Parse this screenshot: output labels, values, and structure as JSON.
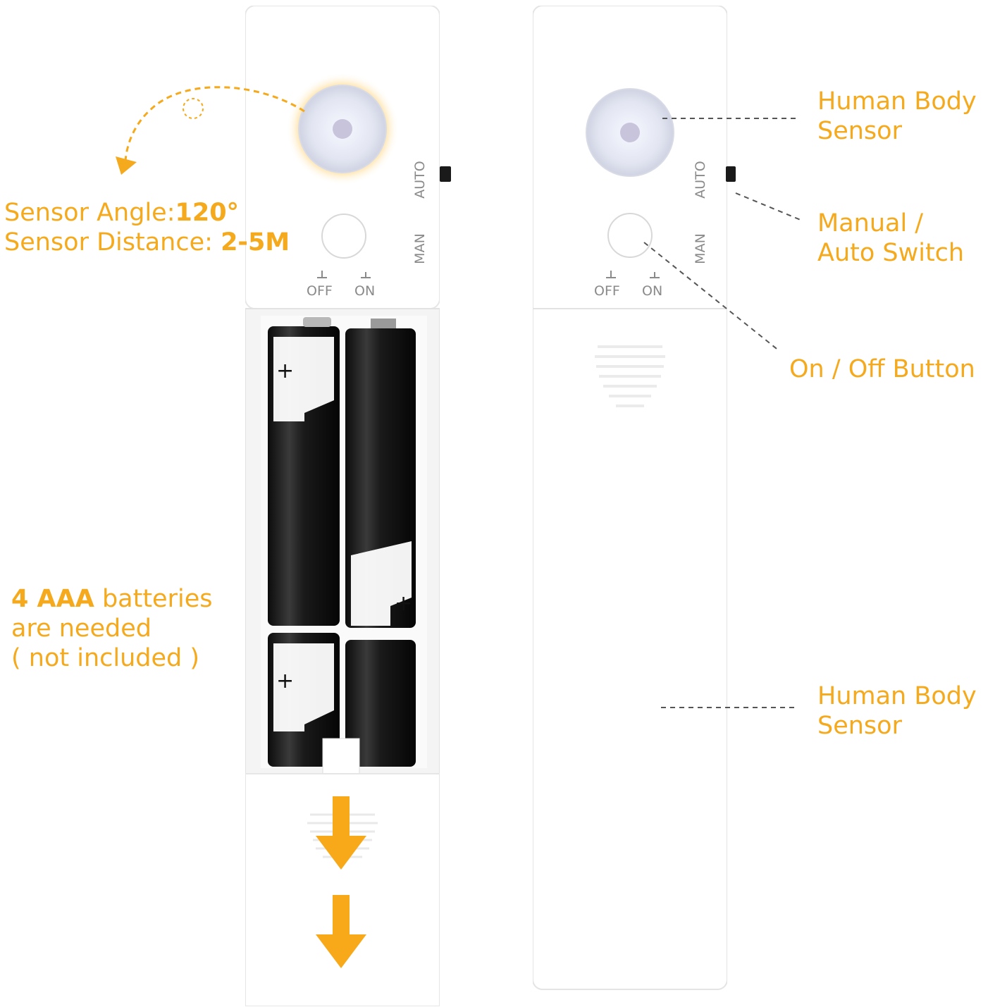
{
  "colors": {
    "accent": "#f5a91c",
    "device_body": "#ffffff",
    "battery": "#1a1a1a",
    "device_text": "#8a8a8a"
  },
  "left_device": {
    "switch_auto": "AUTO",
    "switch_man": "MAN",
    "off": "OFF",
    "on": "ON"
  },
  "right_device": {
    "switch_auto": "AUTO",
    "switch_man": "MAN",
    "off": "OFF",
    "on": "ON"
  },
  "annotations": {
    "sensor_angle_label": "Sensor Angle:",
    "sensor_angle_value": "120°",
    "sensor_distance_label": "Sensor Distance: ",
    "sensor_distance_value": "2-5M",
    "batteries_bold": "4 AAA",
    "batteries_rest": " batteries",
    "batteries_line2": "are needed",
    "batteries_line3": "( not included )",
    "human_body_sensor_1_line1": "Human Body",
    "human_body_sensor_1_line2": "Sensor",
    "manual_auto_line1": "Manual /",
    "manual_auto_line2": "Auto Switch",
    "on_off_button": "On / Off Button",
    "human_body_sensor_2_line1": "Human Body",
    "human_body_sensor_2_line2": "Sensor"
  }
}
